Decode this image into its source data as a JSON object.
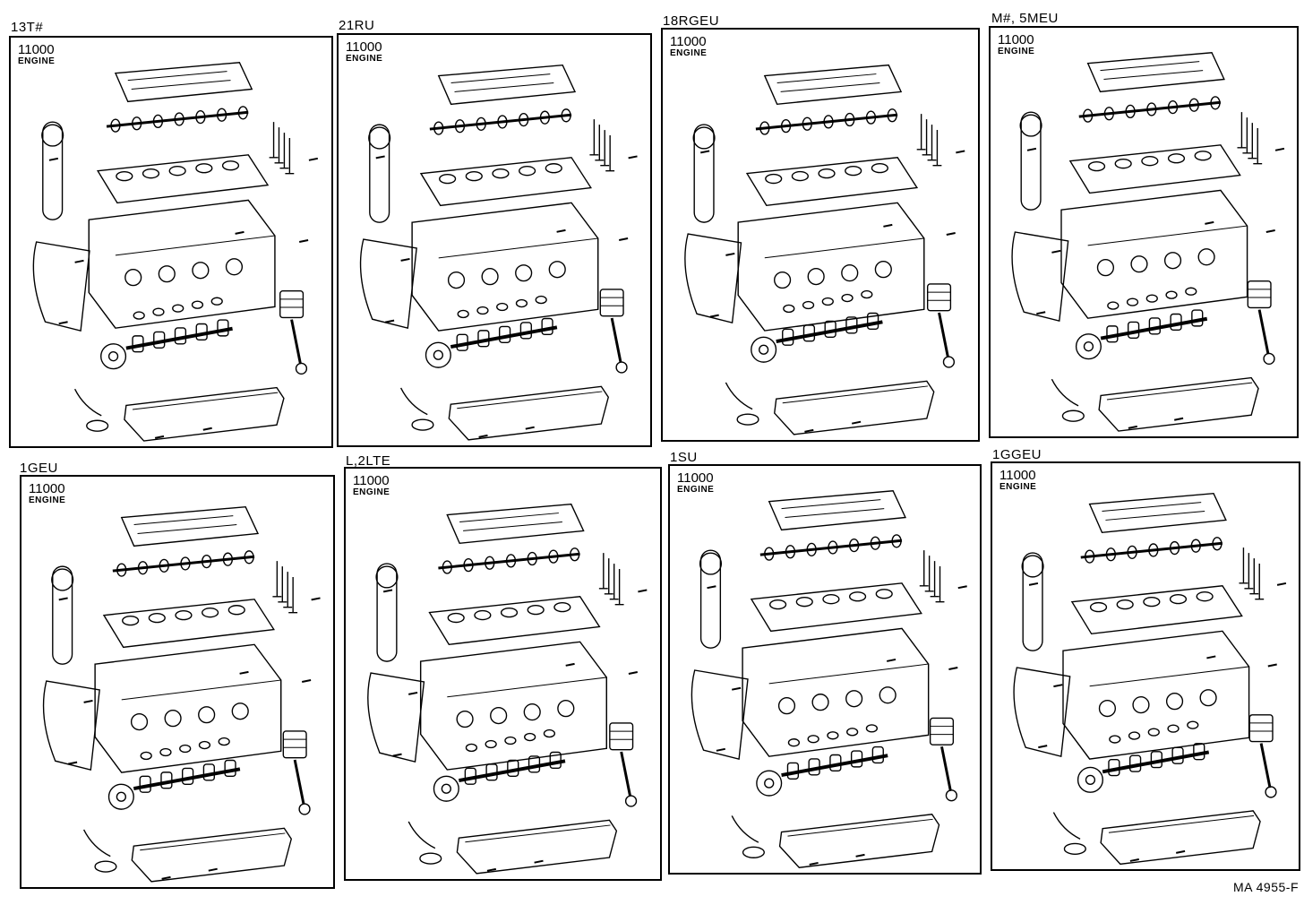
{
  "panels": [
    {
      "model": "13T#",
      "code": "11000",
      "label": "ENGINE"
    },
    {
      "model": "21RU",
      "code": "11000",
      "label": "ENGINE"
    },
    {
      "model": "18RGEU",
      "code": "11000",
      "label": "ENGINE"
    },
    {
      "model": "M#, 5MEU",
      "code": "11000",
      "label": "ENGINE"
    },
    {
      "model": "1GEU",
      "code": "11000",
      "label": "ENGINE"
    },
    {
      "model": "L,2LTE",
      "code": "11000",
      "label": "ENGINE"
    },
    {
      "model": "1SU",
      "code": "11000",
      "label": "ENGINE"
    },
    {
      "model": "1GGEU",
      "code": "11000",
      "label": "ENGINE"
    }
  ],
  "reference": "MA 4955-F"
}
